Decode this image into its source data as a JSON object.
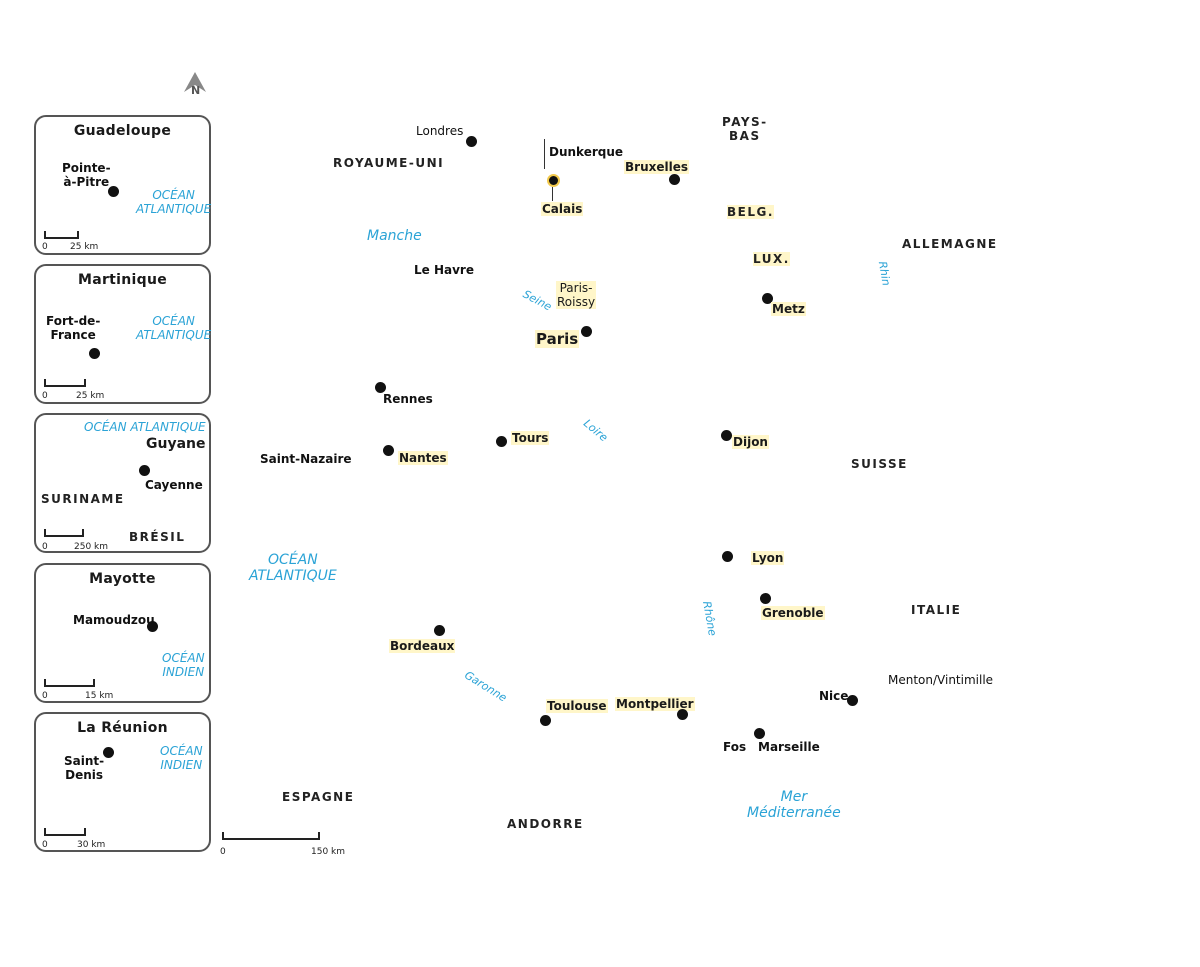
{
  "north": {
    "label": "N"
  },
  "insets": {
    "guadeloupe": {
      "title": "Guadeloupe",
      "capital": "Pointe-\nà-Pitre",
      "ocean": "OCÉAN\nATLANTIQUE",
      "scale_zero": "0",
      "scale_km": "25 km"
    },
    "martinique": {
      "title": "Martinique",
      "capital": "Fort-de-\nFrance",
      "ocean": "OCÉAN\nATLANTIQUE",
      "scale_zero": "0",
      "scale_km": "25 km"
    },
    "guyane": {
      "title": "Guyane",
      "capital": "Cayenne",
      "ocean": "OCÉAN ATLANTIQUE",
      "neighbor1": "SURINAME",
      "neighbor2": "BRÉSIL",
      "scale_zero": "0",
      "scale_km": "250 km"
    },
    "mayotte": {
      "title": "Mayotte",
      "capital": "Mamoudzou",
      "ocean": "OCÉAN\nINDIEN",
      "scale_zero": "0",
      "scale_km": "15 km"
    },
    "reunion": {
      "title": "La Réunion",
      "capital": "Saint-\nDenis",
      "ocean": "OCÉAN\nINDIEN",
      "scale_zero": "0",
      "scale_km": "30 km"
    }
  },
  "main_scale": {
    "zero": "0",
    "km": "150 km"
  },
  "countries": {
    "uk": "ROYAUME-UNI",
    "nl": "PAYS-\nBAS",
    "be": "BELG.",
    "lu": "LUX.",
    "de": "ALLEMAGNE",
    "ch": "SUISSE",
    "it": "ITALIE",
    "es": "ESPAGNE",
    "ad": "ANDORRE"
  },
  "seas": {
    "manche": "Manche",
    "atlantique": "OCÉAN\nATLANTIQUE",
    "med": "Mer\nMéditerranée"
  },
  "rivers": {
    "seine": "Seine",
    "loire": "Loire",
    "rhin": "Rhin",
    "rhone": "Rhône",
    "garonne": "Garonne"
  },
  "cities": {
    "londres": "Londres",
    "dunkerque": "Dunkerque",
    "bruxelles": "Bruxelles",
    "calais": "Calais",
    "lehavre": "Le Havre",
    "parisroissy": "Paris-\nRoissy",
    "paris": "Paris",
    "metz": "Metz",
    "rennes": "Rennes",
    "tours": "Tours",
    "dijon": "Dijon",
    "nantes": "Nantes",
    "saintnazaire": "Saint-Nazaire",
    "lyon": "Lyon",
    "grenoble": "Grenoble",
    "bordeaux": "Bordeaux",
    "toulouse": "Toulouse",
    "montpellier": "Montpellier",
    "nice": "Nice",
    "menton": "Menton/Vintimille",
    "fos": "Fos",
    "marseille": "Marseille"
  },
  "colors": {
    "sea": "#2ba3d6",
    "highlight": "#fff6c9",
    "border": "#555555"
  }
}
